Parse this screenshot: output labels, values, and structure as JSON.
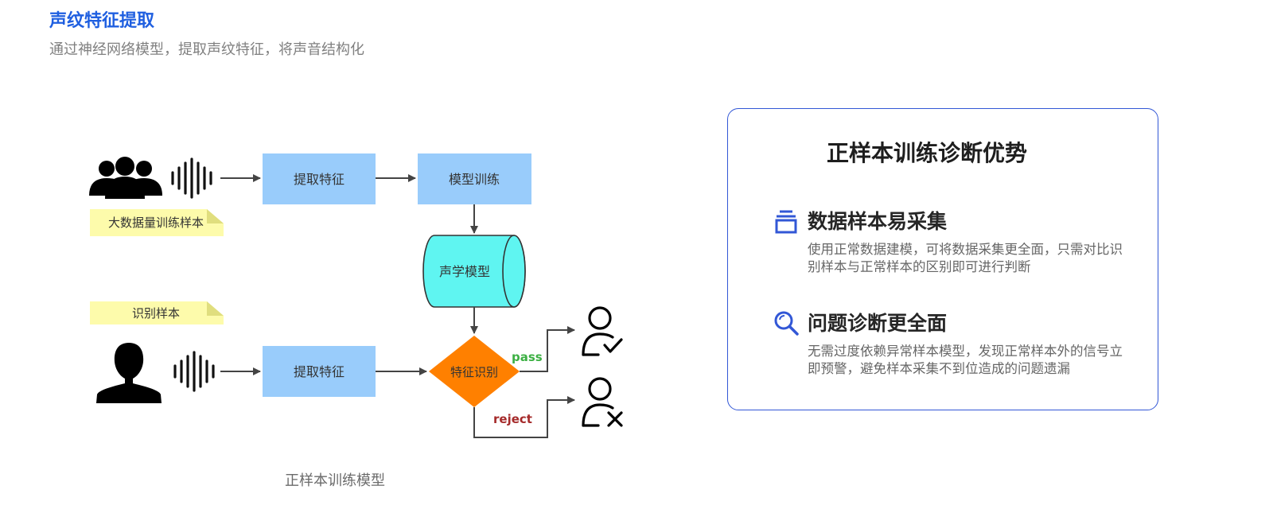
{
  "header": {
    "title": "声纹特征提取",
    "subtitle": "通过神经网络模型，提取声纹特征，将声音结构化"
  },
  "diagram": {
    "caption": "正样本训练模型",
    "notes": {
      "training_samples": "大数据量训练样本",
      "recognition_sample": "识别样本"
    },
    "nodes": {
      "extract_top": "提取特征",
      "model_training": "模型训练",
      "acoustic_model": "声学模型",
      "extract_bottom": "提取特征",
      "feature_recognition": "特征识别"
    },
    "edges": {
      "pass": "pass",
      "reject": "reject"
    },
    "icons": {
      "group": "user-group-icon",
      "waveform": "sound-wave-icon",
      "single": "user-silhouette-icon",
      "accepted": "user-check-icon",
      "rejected": "user-x-icon"
    },
    "colors": {
      "process_box": "#99ccfb",
      "cylinder": "#5ff5f1",
      "decision": "#ff8000",
      "note": "#fdfbab",
      "pass_text": "#3cb043",
      "reject_text": "#a52a2a"
    }
  },
  "advantages_card": {
    "title": "正样本训练诊断优势",
    "accent": "#3257d6",
    "items": [
      {
        "icon": "stacked-tray-icon",
        "heading": "数据样本易采集",
        "description": "使用正常数据建模，可将数据采集更全面，只需对比识别样本与正常样本的区别即可进行判断"
      },
      {
        "icon": "search-icon",
        "heading": "问题诊断更全面",
        "description": "无需过度依赖异常样本模型，发现正常样本外的信号立即预警，避免样本采集不到位造成的问题遗漏"
      }
    ]
  }
}
